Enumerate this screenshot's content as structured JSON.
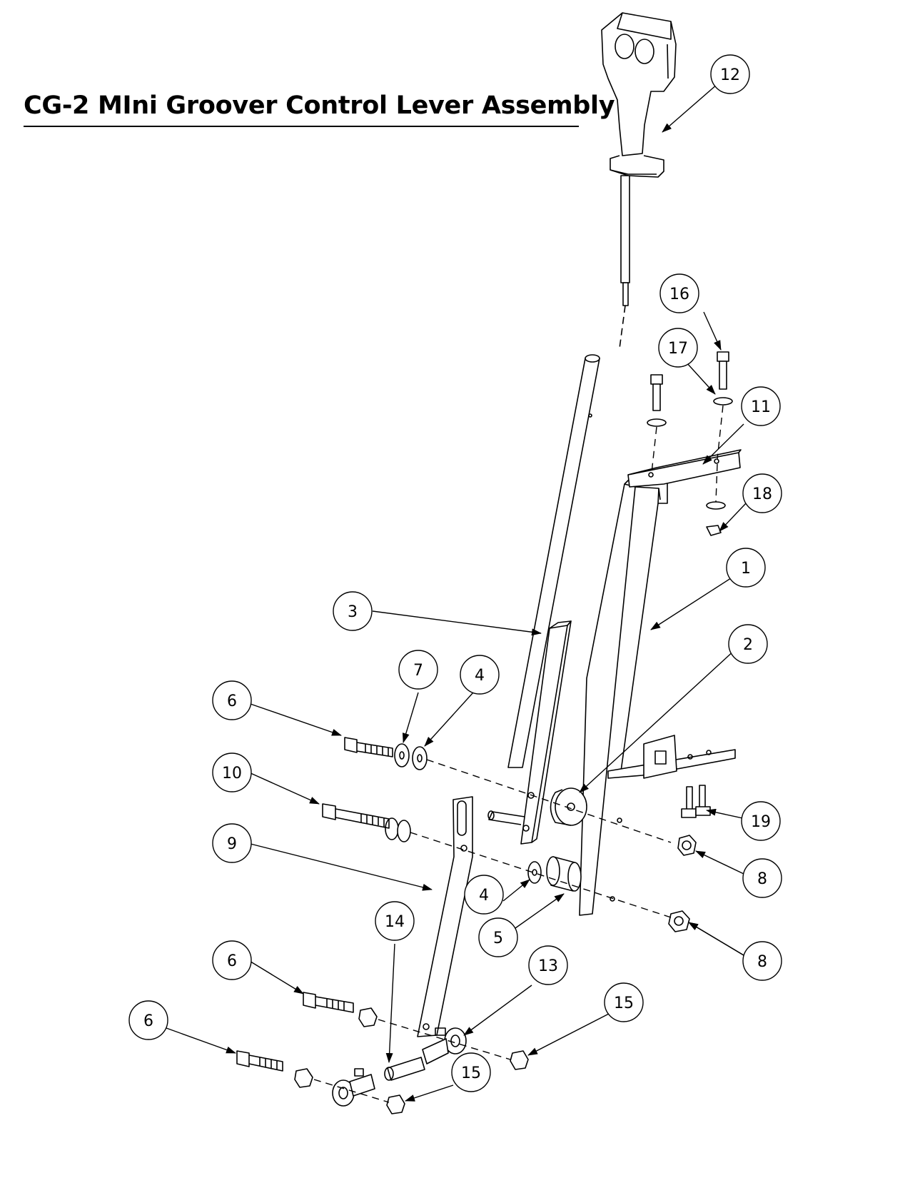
{
  "title": "CG-2 MIni Groover Control Lever Assembly",
  "callouts": [
    {
      "label": "12"
    },
    {
      "label": "16"
    },
    {
      "label": "17"
    },
    {
      "label": "11"
    },
    {
      "label": "18"
    },
    {
      "label": "1"
    },
    {
      "label": "3"
    },
    {
      "label": "2"
    },
    {
      "label": "7"
    },
    {
      "label": "4"
    },
    {
      "label": "6"
    },
    {
      "label": "10"
    },
    {
      "label": "19"
    },
    {
      "label": "9"
    },
    {
      "label": "8"
    },
    {
      "label": "4"
    },
    {
      "label": "5"
    },
    {
      "label": "8"
    },
    {
      "label": "14"
    },
    {
      "label": "13"
    },
    {
      "label": "6"
    },
    {
      "label": "15"
    },
    {
      "label": "6"
    },
    {
      "label": "15"
    }
  ]
}
